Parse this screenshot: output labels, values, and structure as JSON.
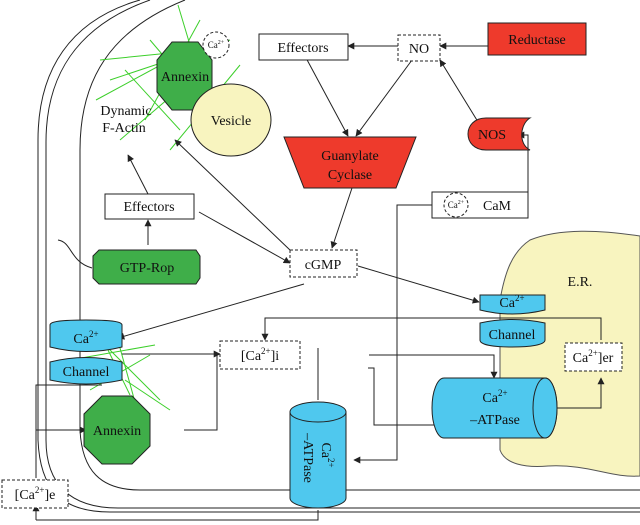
{
  "colors": {
    "red": "#ee3a2c",
    "green": "#3fae49",
    "blue": "#4fc8ee",
    "yellow": "#f8f4bf",
    "actin": "#3ccf2a",
    "line": "#222222"
  },
  "nodes": {
    "reductase": "Reductase",
    "no": "NO",
    "effectors_top": "Effectors",
    "nos": "NOS",
    "guanylate_line1": "Guanylate",
    "guanylate_line2": "Cyclase",
    "cam": "CaM",
    "cam_ca": "Ca",
    "cam_ca_sup": "2+",
    "annexin_top": "Annexin",
    "annexin_ca": "Ca",
    "annexin_ca_sup": "2+",
    "vesicle": "Vesicle",
    "actin_line1": "Dynamic",
    "actin_line2": "F-Actin",
    "effectors_mid": "Effectors",
    "gtp_rop": "GTP-Rop",
    "cgmp": "cGMP",
    "er": "E.R.",
    "er_channel_ca": "Ca",
    "er_channel_ca_sup": "2+",
    "er_channel": "Channel",
    "ca_er": "Ca",
    "ca_er_sup": "2+",
    "ca_er_suffix": "]er",
    "pm_channel_ca": "Ca",
    "pm_channel_ca_sup": "2+",
    "pm_channel": "Channel",
    "ca_i_prefix": "[Ca",
    "ca_i_sup": "2+",
    "ca_i_suffix": "]i",
    "er_atpase_ca": "Ca",
    "er_atpase_sup": "2+",
    "er_atpase_label": "–ATPase",
    "annexin_bottom": "Annexin",
    "pm_atpase_ca": "Ca",
    "pm_atpase_sup": "2+",
    "pm_atpase_label": "–ATPase",
    "ca_e_prefix": "[Ca",
    "ca_e_sup": "2+",
    "ca_e_suffix": "]e"
  }
}
